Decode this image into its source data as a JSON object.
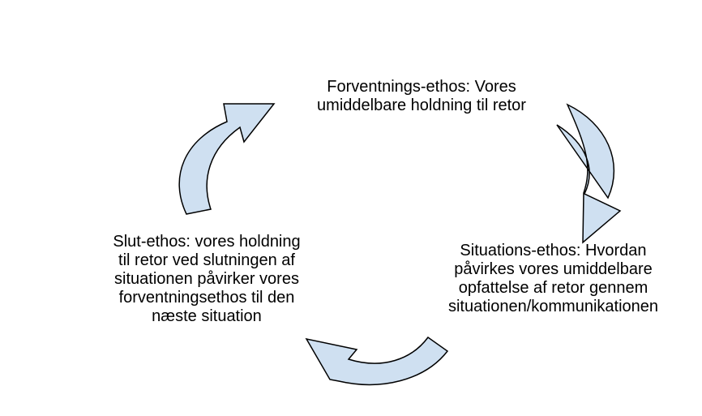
{
  "nodes": {
    "forventning": {
      "text": "Forventnings-ethos: Vores\numiddelbare holdning til retor"
    },
    "situation": {
      "text": "Situations-ethos: Hvordan\npåvirkes vores umiddelbare\nopfattelse af retor gennem\nsituationen/kommunikationen"
    },
    "slut": {
      "text": "Slut-ethos: vores holdning\ntil retor ved slutningen af\nsituationen påvirker vores\nforventningsethos til den\nnæste situation"
    }
  },
  "colors": {
    "arrow_fill": "#cfe0f1",
    "arrow_stroke": "#000000",
    "text": "#000000",
    "background": "#ffffff"
  }
}
